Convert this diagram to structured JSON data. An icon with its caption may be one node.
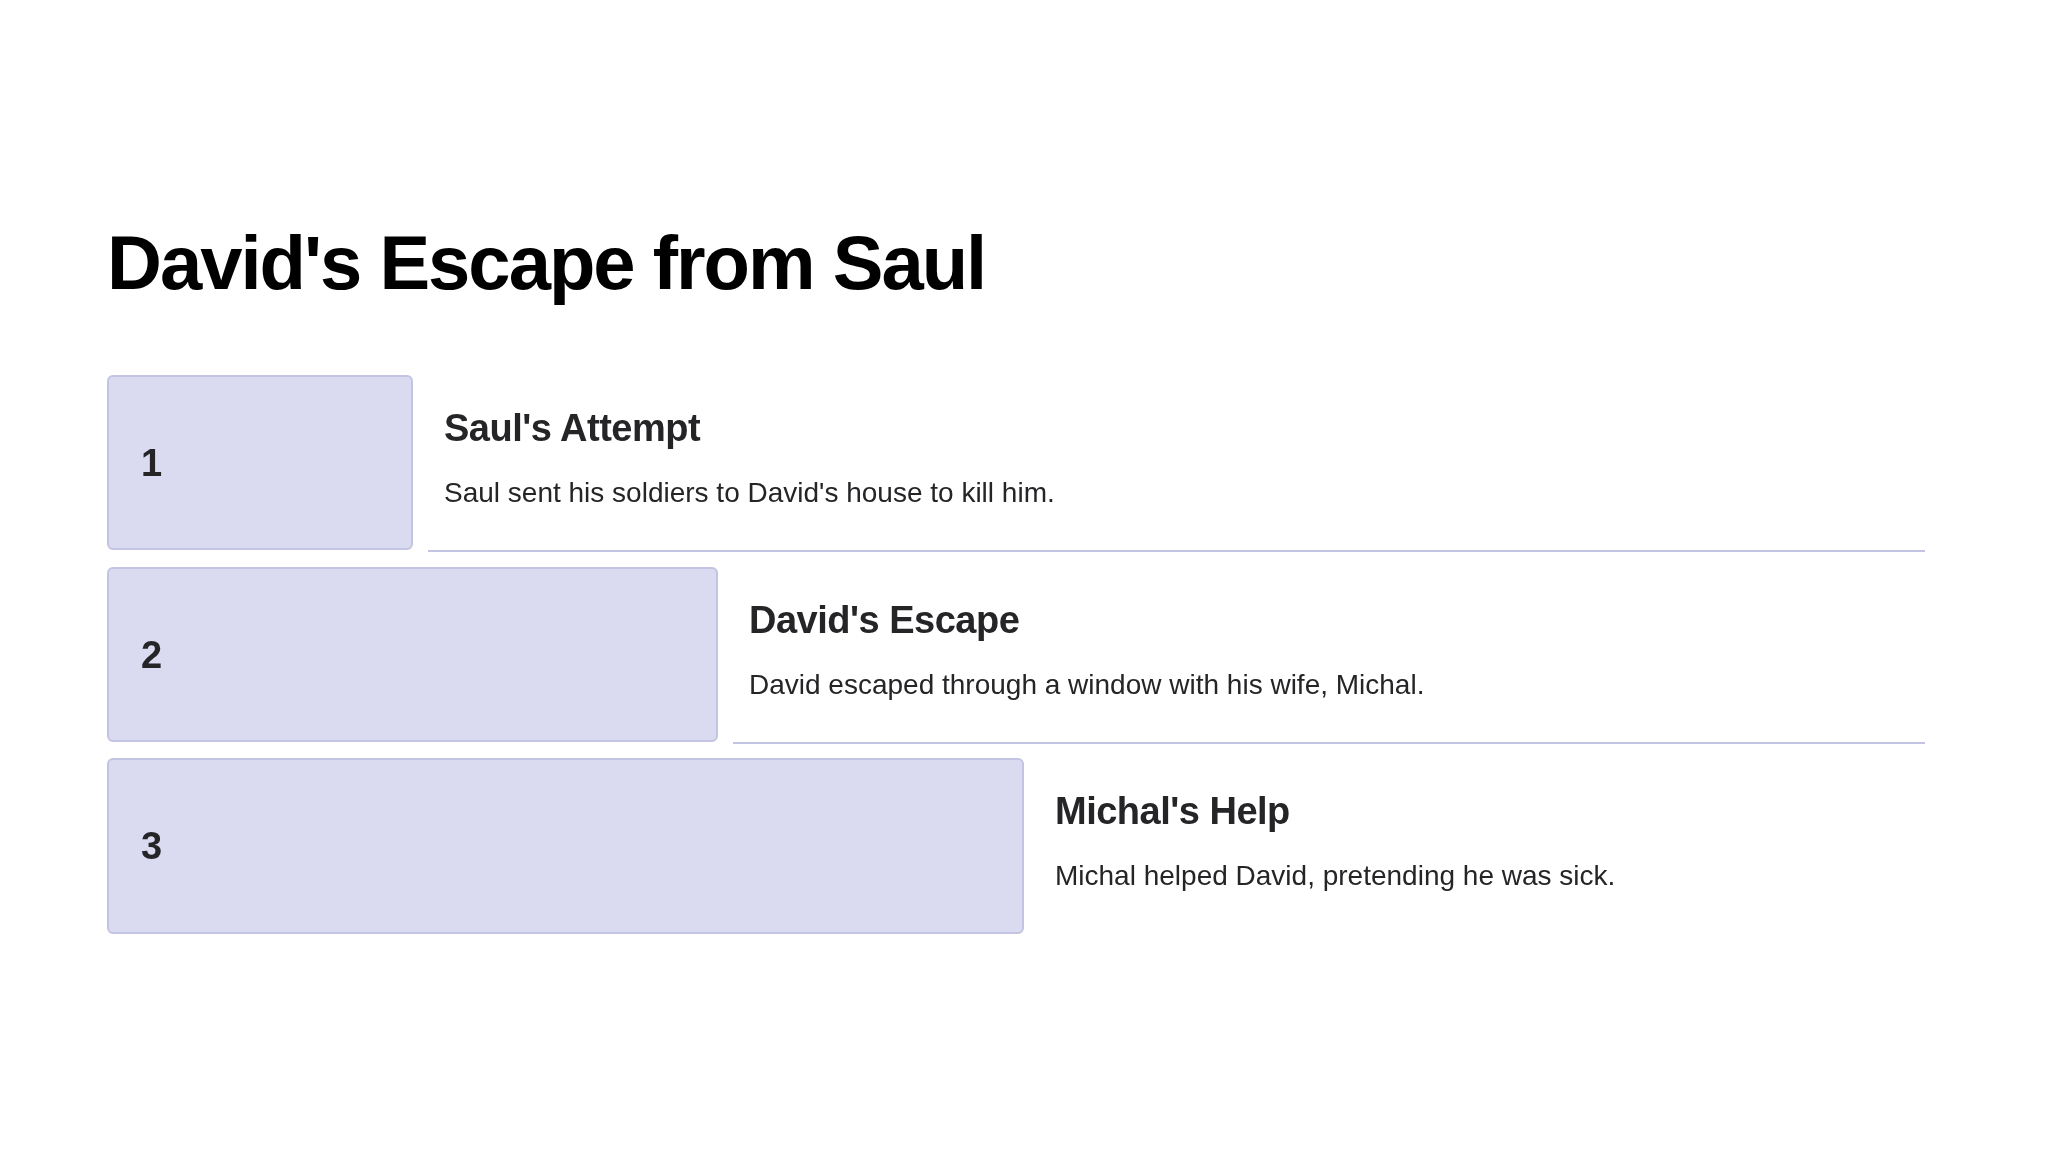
{
  "diagram": {
    "title": "David's Escape from Saul",
    "nodes": [
      {
        "text": [
          "1"
        ],
        "beside": [
          "Saul's Attempt",
          "Saul sent his soldiers to David's house to kill him."
        ]
      },
      {
        "text": [
          "2"
        ],
        "beside": [
          "David's Escape",
          "David escaped through a window with his wife, Michal."
        ]
      },
      {
        "text": [
          "3"
        ],
        "beside": [
          "Michal's Help",
          "Michal helped David, pretending he was sick."
        ]
      }
    ]
  }
}
